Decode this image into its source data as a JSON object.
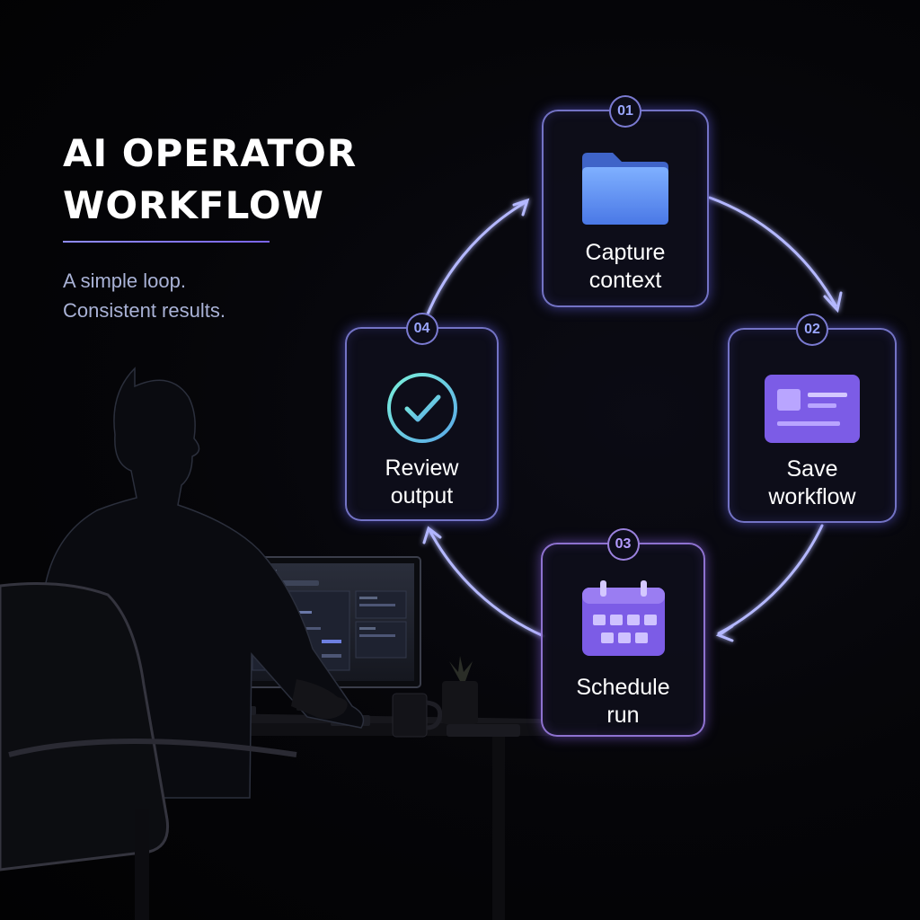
{
  "title": {
    "line1": "AI OPERATOR",
    "line2": "WORKFLOW"
  },
  "subtitle": {
    "line1": "A simple loop.",
    "line2": "Consistent results."
  },
  "steps": [
    {
      "number": "01",
      "line1": "Capture",
      "line2": "context",
      "icon": "folder-icon"
    },
    {
      "number": "02",
      "line1": "Save",
      "line2": "workflow",
      "icon": "document-card-icon"
    },
    {
      "number": "03",
      "line1": "Schedule",
      "line2": "run",
      "icon": "calendar-icon"
    },
    {
      "number": "04",
      "line1": "Review",
      "line2": "output",
      "icon": "checkmark-circle-icon"
    }
  ],
  "colors": {
    "background": "#050508",
    "accent": "#8f8cff",
    "purple": "#7c5ce6",
    "folder": "#5b8cf5",
    "check": "#6fe0cf",
    "subtitle": "#a9b2d6"
  }
}
